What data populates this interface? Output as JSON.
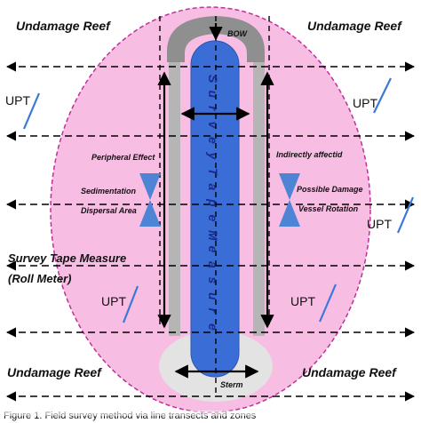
{
  "labels": {
    "undamaged_reef": "Undamage Reef",
    "bow": "BOW",
    "stern": "Sterm",
    "upt": "UPT",
    "peripheral_effect": "Peripheral Effect",
    "sedimentation": "Sedimentation",
    "dispersal_area": "Dispersal Area",
    "indirectly_affected": "Indirectly affectid",
    "possible_damage": "Possible Damage",
    "vessel_rotation": "Vessel Rotation",
    "survey_tape_measure": "Survey Tape Measure",
    "roll_meter": "(Roll Meter)",
    "vertical_tape_text": "SurveyTapeMeasure"
  },
  "caption_fragment": "Figure 1. Field survey method via line transects and zones",
  "colors": {
    "reef_zone": "#f7bde3",
    "zone_outline": "#c0309a",
    "tape_body": "#3a6ed6",
    "hull_gray": "#b5b5b5",
    "bow_gray": "#8f8f8f",
    "stern_gray": "#e3e3e3",
    "upt_line": "#3c78d8",
    "hourglass": "#4d84d6"
  }
}
